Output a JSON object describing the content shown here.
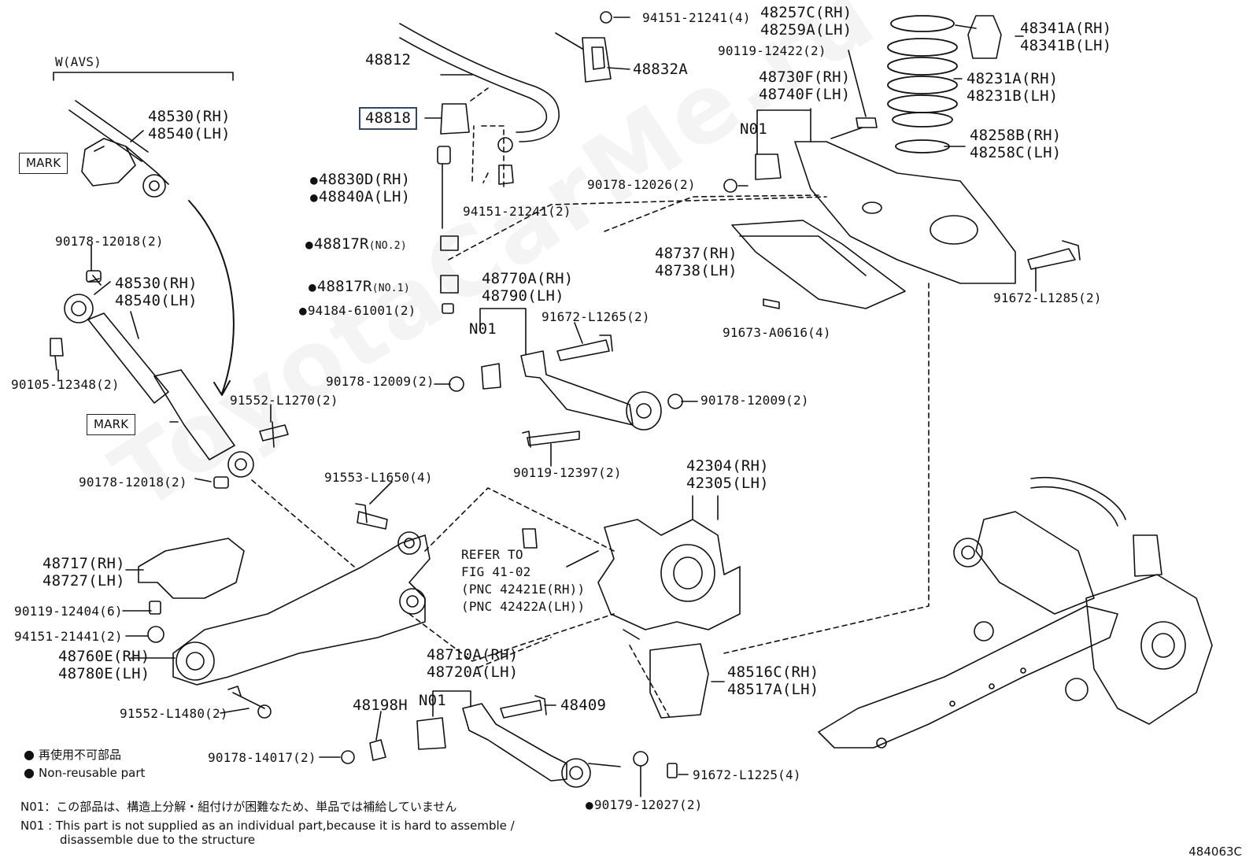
{
  "watermark": "ToyotaCarMe.ru",
  "diagram_code": "484063C",
  "labels": {
    "w_avs": "W(AVS)",
    "p48530_top": "48530(RH)",
    "p48540_top": "48540(LH)",
    "mark_top": "MARK",
    "p90178_12018_a": "90178-12018(2)",
    "p48530_b": "48530(RH)",
    "p48540_b": "48540(LH)",
    "p90105_12348": "90105-12348(2)",
    "mark_b": "MARK",
    "p91552_L1270": "91552-L1270(2)",
    "p90178_12018_b": "90178-12018(2)",
    "p48812": "48812",
    "p48818": "48818",
    "p48830D": "48830D(RH)",
    "p48840A": "48840A(LH)",
    "p48817R_2": "48817R",
    "p48817R_2_sub": "(NO.2)",
    "p48817R_1": "48817R",
    "p48817R_1_sub": "(NO.1)",
    "p94184": "94184-61001(2)",
    "p94151_21241_4": "94151-21241(4)",
    "p48832A": "48832A",
    "p94151_21241_2": "94151-21241(2)",
    "p48257C": "48257C(RH)",
    "p48259A": "48259A(LH)",
    "p90119_12422": "90119-12422(2)",
    "p48730F": "48730F(RH)",
    "p48740F": "48740F(LH)",
    "n01_a": "N01",
    "p90178_12026": "90178-12026(2)",
    "p48341A": "48341A(RH)",
    "p48341B": "48341B(LH)",
    "p48231A": "48231A(RH)",
    "p48231B": "48231B(LH)",
    "p48258B": "48258B(RH)",
    "p48258C": "48258C(LH)",
    "p48737": "48737(RH)",
    "p48738": "48738(LH)",
    "p91672_L1285": "91672-L1285(2)",
    "p91673_A0616": "91673-A0616(4)",
    "p48770A": "48770A(RH)",
    "p48790": "48790(LH)",
    "n01_b": "N01",
    "p91672_L1265": "91672-L1265(2)",
    "p90178_12009_a": "90178-12009(2)",
    "p90178_12009_b": "90178-12009(2)",
    "p90119_12397": "90119-12397(2)",
    "p91553_L1650": "91553-L1650(4)",
    "p42304": "42304(RH)",
    "p42305": "42305(LH)",
    "refer_1": "REFER TO",
    "refer_2": "FIG 41-02",
    "refer_3": "(PNC 42421E(RH))",
    "refer_4": "(PNC 42422A(LH))",
    "p48717": "48717(RH)",
    "p48727": "48727(LH)",
    "p90119_12404": "90119-12404(6)",
    "p94151_21441": "94151-21441(2)",
    "p48760E": "48760E(RH)",
    "p48780E": "48780E(LH)",
    "p91552_L1480": "91552-L1480(2)",
    "p48710A": "48710A(RH)",
    "p48720A": "48720A(LH)",
    "n01_c": "N01",
    "p48198H": "48198H",
    "p48409": "48409",
    "p48516C": "48516C(RH)",
    "p48517A": "48517A(LH)",
    "p90178_14017": "90178-14017(2)",
    "p91672_L1225": "91672-L1225(4)",
    "p90179_12027": "90179-12027(2)"
  },
  "legend": {
    "jp": "再使用不可部品",
    "en": "Non-reusable part"
  },
  "notes": {
    "jp": "N01：この部品は、構造上分解・組付けが困難なため、単品では補給していません",
    "en1": "N01 : This part is not supplied as an individual part,because it is hard to assemble /",
    "en2": "disassemble due to the structure"
  }
}
